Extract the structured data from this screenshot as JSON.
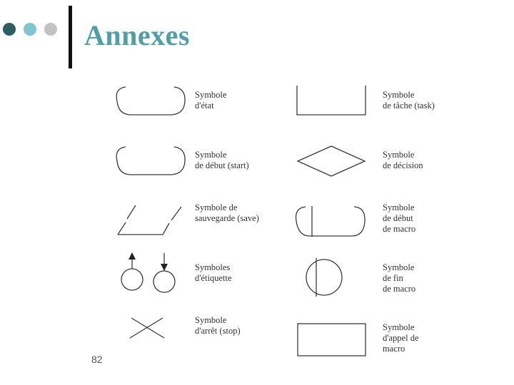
{
  "slide": {
    "title": "Annexes",
    "page_number": "82"
  },
  "colors": {
    "title": "#4ea0a5",
    "dot_dark": "#2e5e61",
    "dot_teal": "#80c6cf",
    "dot_grey": "#c2c2c2",
    "stroke": "#3a3a3a"
  },
  "symbols": {
    "etat": [
      "Symbole",
      "d'état"
    ],
    "debut": [
      "Symbole",
      "de début (start)"
    ],
    "sauvegarde": [
      "Symbole de",
      "sauvegarde (save)"
    ],
    "etiquette": [
      "Symboles",
      "d'étiquette"
    ],
    "arret": [
      "Symbole",
      "d'arrêt (stop)"
    ],
    "tache": [
      "Symbole",
      "de tâche (task)"
    ],
    "decision": [
      "Symbole",
      "de décision"
    ],
    "debut_macro": [
      "Symbole",
      "de début",
      "de macro"
    ],
    "fin_macro": [
      "Symbole",
      "de fin",
      "de macro"
    ],
    "appel_macro": [
      "Symbole",
      "d'appel de",
      "macro"
    ]
  }
}
